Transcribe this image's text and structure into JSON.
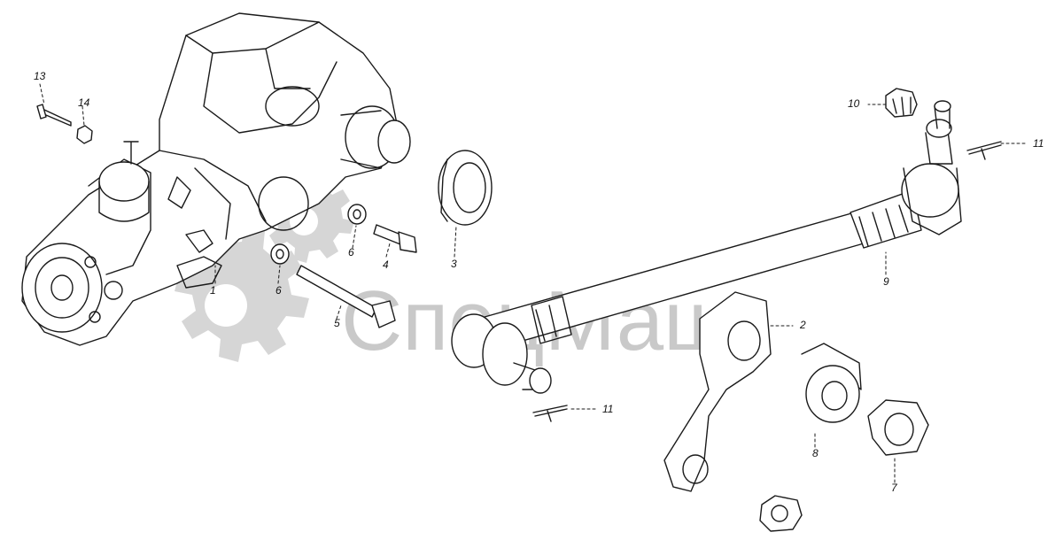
{
  "watermark": {
    "text": "СпецМаш",
    "color": "#c9c9c9"
  },
  "callouts": [
    "1",
    "2",
    "3",
    "4",
    "5",
    "6",
    "6",
    "7",
    "8",
    "9",
    "10",
    "11",
    "11",
    "13",
    "14"
  ],
  "line_color": "#1a1a1a",
  "gear_color": "#cfcfcf"
}
